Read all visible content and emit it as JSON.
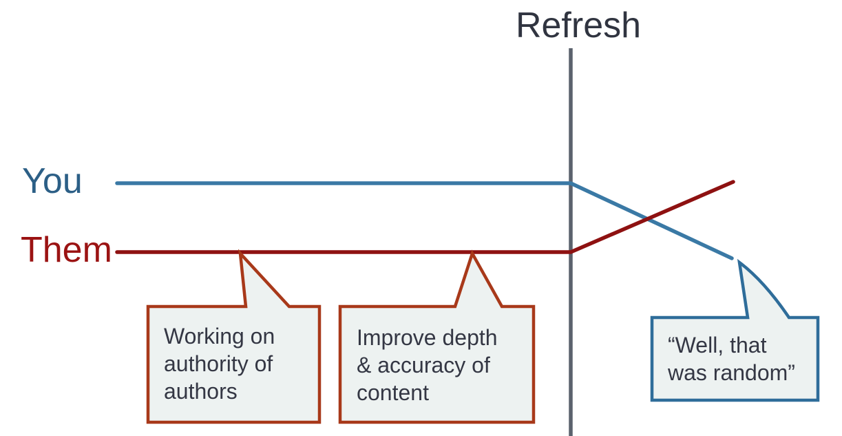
{
  "diagram": {
    "event_label": "Refresh",
    "series": [
      {
        "label": "You",
        "label_color": "#2c5f86",
        "line_color": "#3a79a5",
        "trend_before_event": "flat",
        "trend_after_event": "declines"
      },
      {
        "label": "Them",
        "label_color": "#9b1313",
        "line_color": "#8e1111",
        "trend_before_event": "flat",
        "trend_after_event": "rises"
      }
    ],
    "bubbles": [
      {
        "lines": [
          "Working on",
          "authority of",
          "authors"
        ],
        "border_color": "#a8391a",
        "attached_to": "Them line, before Refresh"
      },
      {
        "lines": [
          "Improve depth",
          "& accuracy of",
          "content"
        ],
        "border_color": "#a8391a",
        "attached_to": "Them line, before Refresh"
      },
      {
        "lines": [
          "“Well, that",
          "was random”"
        ],
        "border_color": "#2f6d9a",
        "attached_to": "You line, after Refresh"
      }
    ],
    "colors": {
      "event_line": "#5b626d",
      "heading_text": "#303440",
      "bubble_fill": "#edf2f1",
      "bubble_text": "#343744"
    }
  }
}
